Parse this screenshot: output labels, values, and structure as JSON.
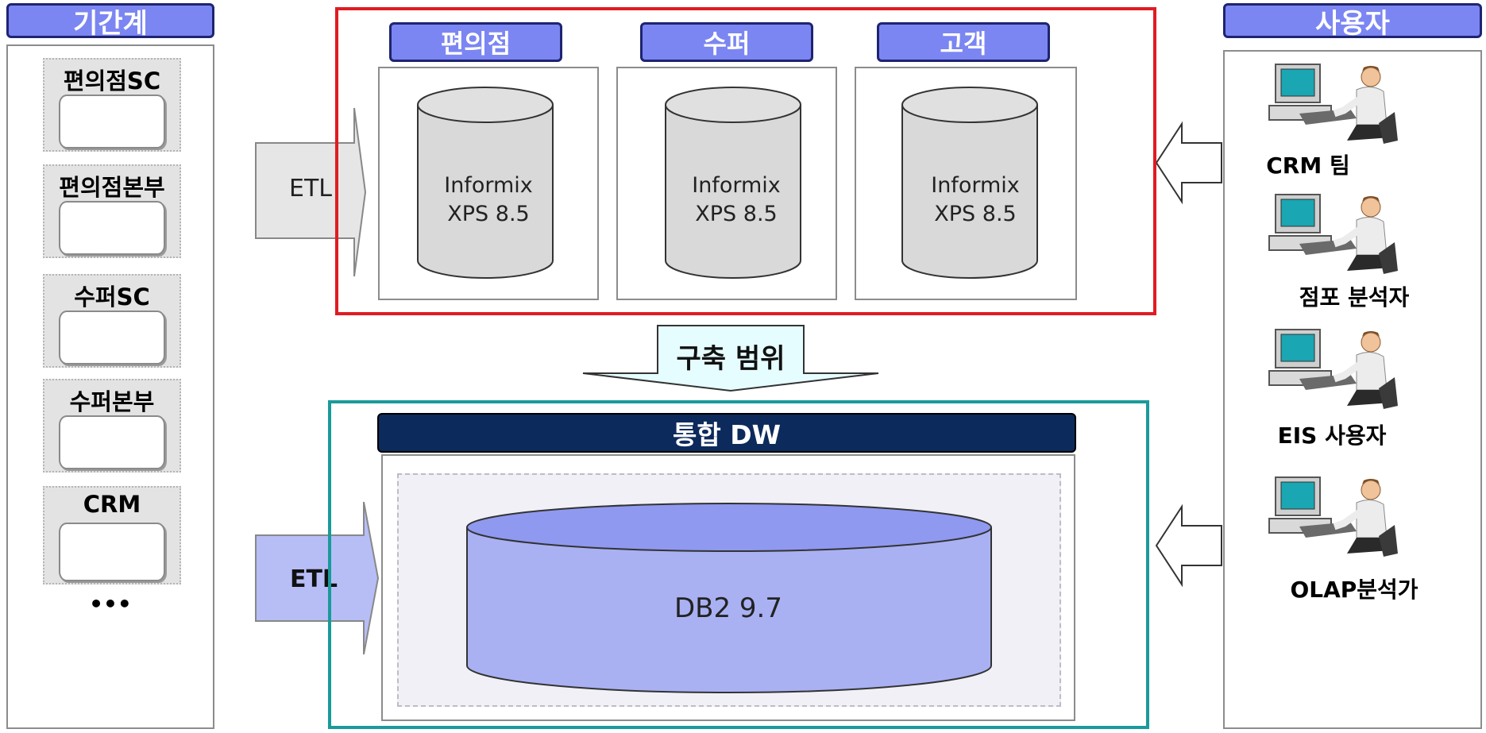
{
  "sources": {
    "title": "기간계",
    "items": [
      "편의점SC",
      "편의점본부",
      "수퍼SC",
      "수퍼본부",
      "CRM"
    ],
    "more": "•••"
  },
  "users": {
    "title": "사용자",
    "items": [
      "CRM 팀",
      "점포 분석자",
      "EIS 사용자",
      "OLAP분석가"
    ]
  },
  "scope": {
    "marts": [
      {
        "title": "편의점",
        "db_line1": "Informix",
        "db_line2": "XPS 8.5"
      },
      {
        "title": "수퍼",
        "db_line1": "Informix",
        "db_line2": "XPS 8.5"
      },
      {
        "title": "고객",
        "db_line1": "Informix",
        "db_line2": "XPS 8.5"
      }
    ],
    "label": "구축 범위"
  },
  "etl": {
    "top_label": "ETL",
    "bottom_label": "ETL"
  },
  "dw": {
    "title": "통합 DW",
    "db": "DB2 9.7"
  },
  "colors": {
    "header_fill": "#7b86f2",
    "header_border": "#1e2470",
    "scope_border": "#e01b22",
    "dw_border": "#1a9a9a",
    "dw_header": "#0d2a5c",
    "dw_cylinder": "#a9b1f3",
    "arrow_fill": "#e9eaf8"
  }
}
